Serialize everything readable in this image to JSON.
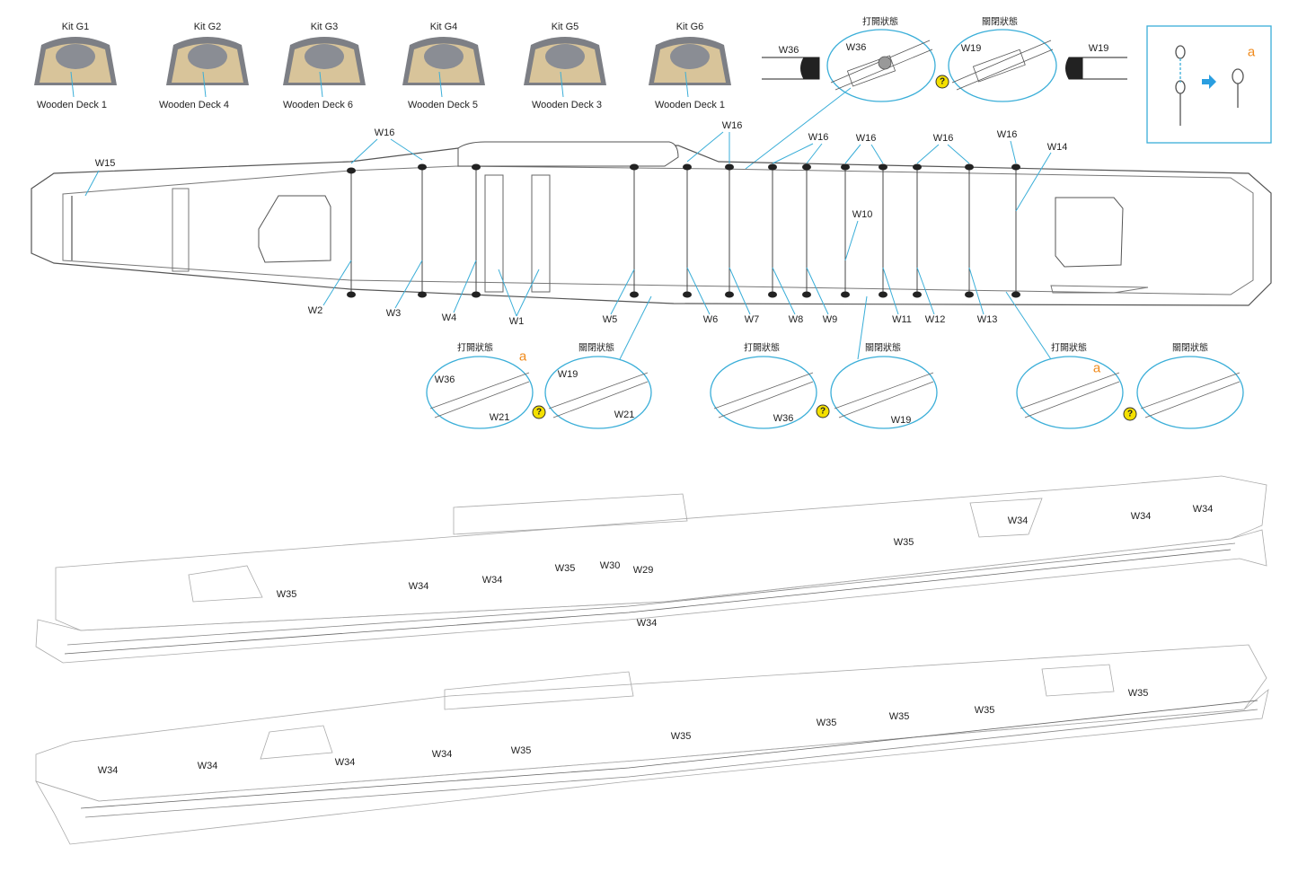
{
  "kits": [
    {
      "title": "Kit G1",
      "deck": "Wooden Deck 1"
    },
    {
      "title": "Kit G2",
      "deck": "Wooden Deck 4"
    },
    {
      "title": "Kit G3",
      "deck": "Wooden Deck 6"
    },
    {
      "title": "Kit G4",
      "deck": "Wooden Deck 5"
    },
    {
      "title": "Kit G5",
      "deck": "Wooden Deck 3"
    },
    {
      "title": "Kit G6",
      "deck": "Wooden Deck 1"
    }
  ],
  "states": {
    "open": "打開狀態",
    "closed": "關閉狀態"
  },
  "top_detail": {
    "left_part": "W36",
    "open_part": "W36",
    "closed_part": "W19",
    "right_part": "W19",
    "step_label": "a",
    "question": "?"
  },
  "deck_plan": {
    "top_labels": [
      "W16",
      "W16",
      "W16",
      "W16",
      "W16",
      "W16",
      "W15",
      "W14",
      "W10"
    ],
    "bottom_labels": [
      "W2",
      "W3",
      "W4",
      "W1",
      "W5",
      "W6",
      "W7",
      "W8",
      "W9",
      "W11",
      "W12",
      "W13"
    ]
  },
  "details": {
    "d1": [
      "W36",
      "a",
      "W21"
    ],
    "d2": [
      "W19",
      "W21"
    ],
    "d3": [
      "W36"
    ],
    "d4": [
      "W19"
    ],
    "d5": [
      "a"
    ]
  },
  "view1": [
    "W35",
    "W34",
    "W34",
    "W35",
    "W30",
    "W29",
    "W34",
    "W35",
    "W34",
    "W34",
    "W34"
  ],
  "view2": [
    "W34",
    "W34",
    "W34",
    "W34",
    "W35",
    "W35",
    "W35",
    "W35",
    "W35",
    "W35"
  ],
  "colors": {
    "callout": "#3aaed8",
    "accent": "#f08a1c",
    "question": "#f4e000"
  }
}
